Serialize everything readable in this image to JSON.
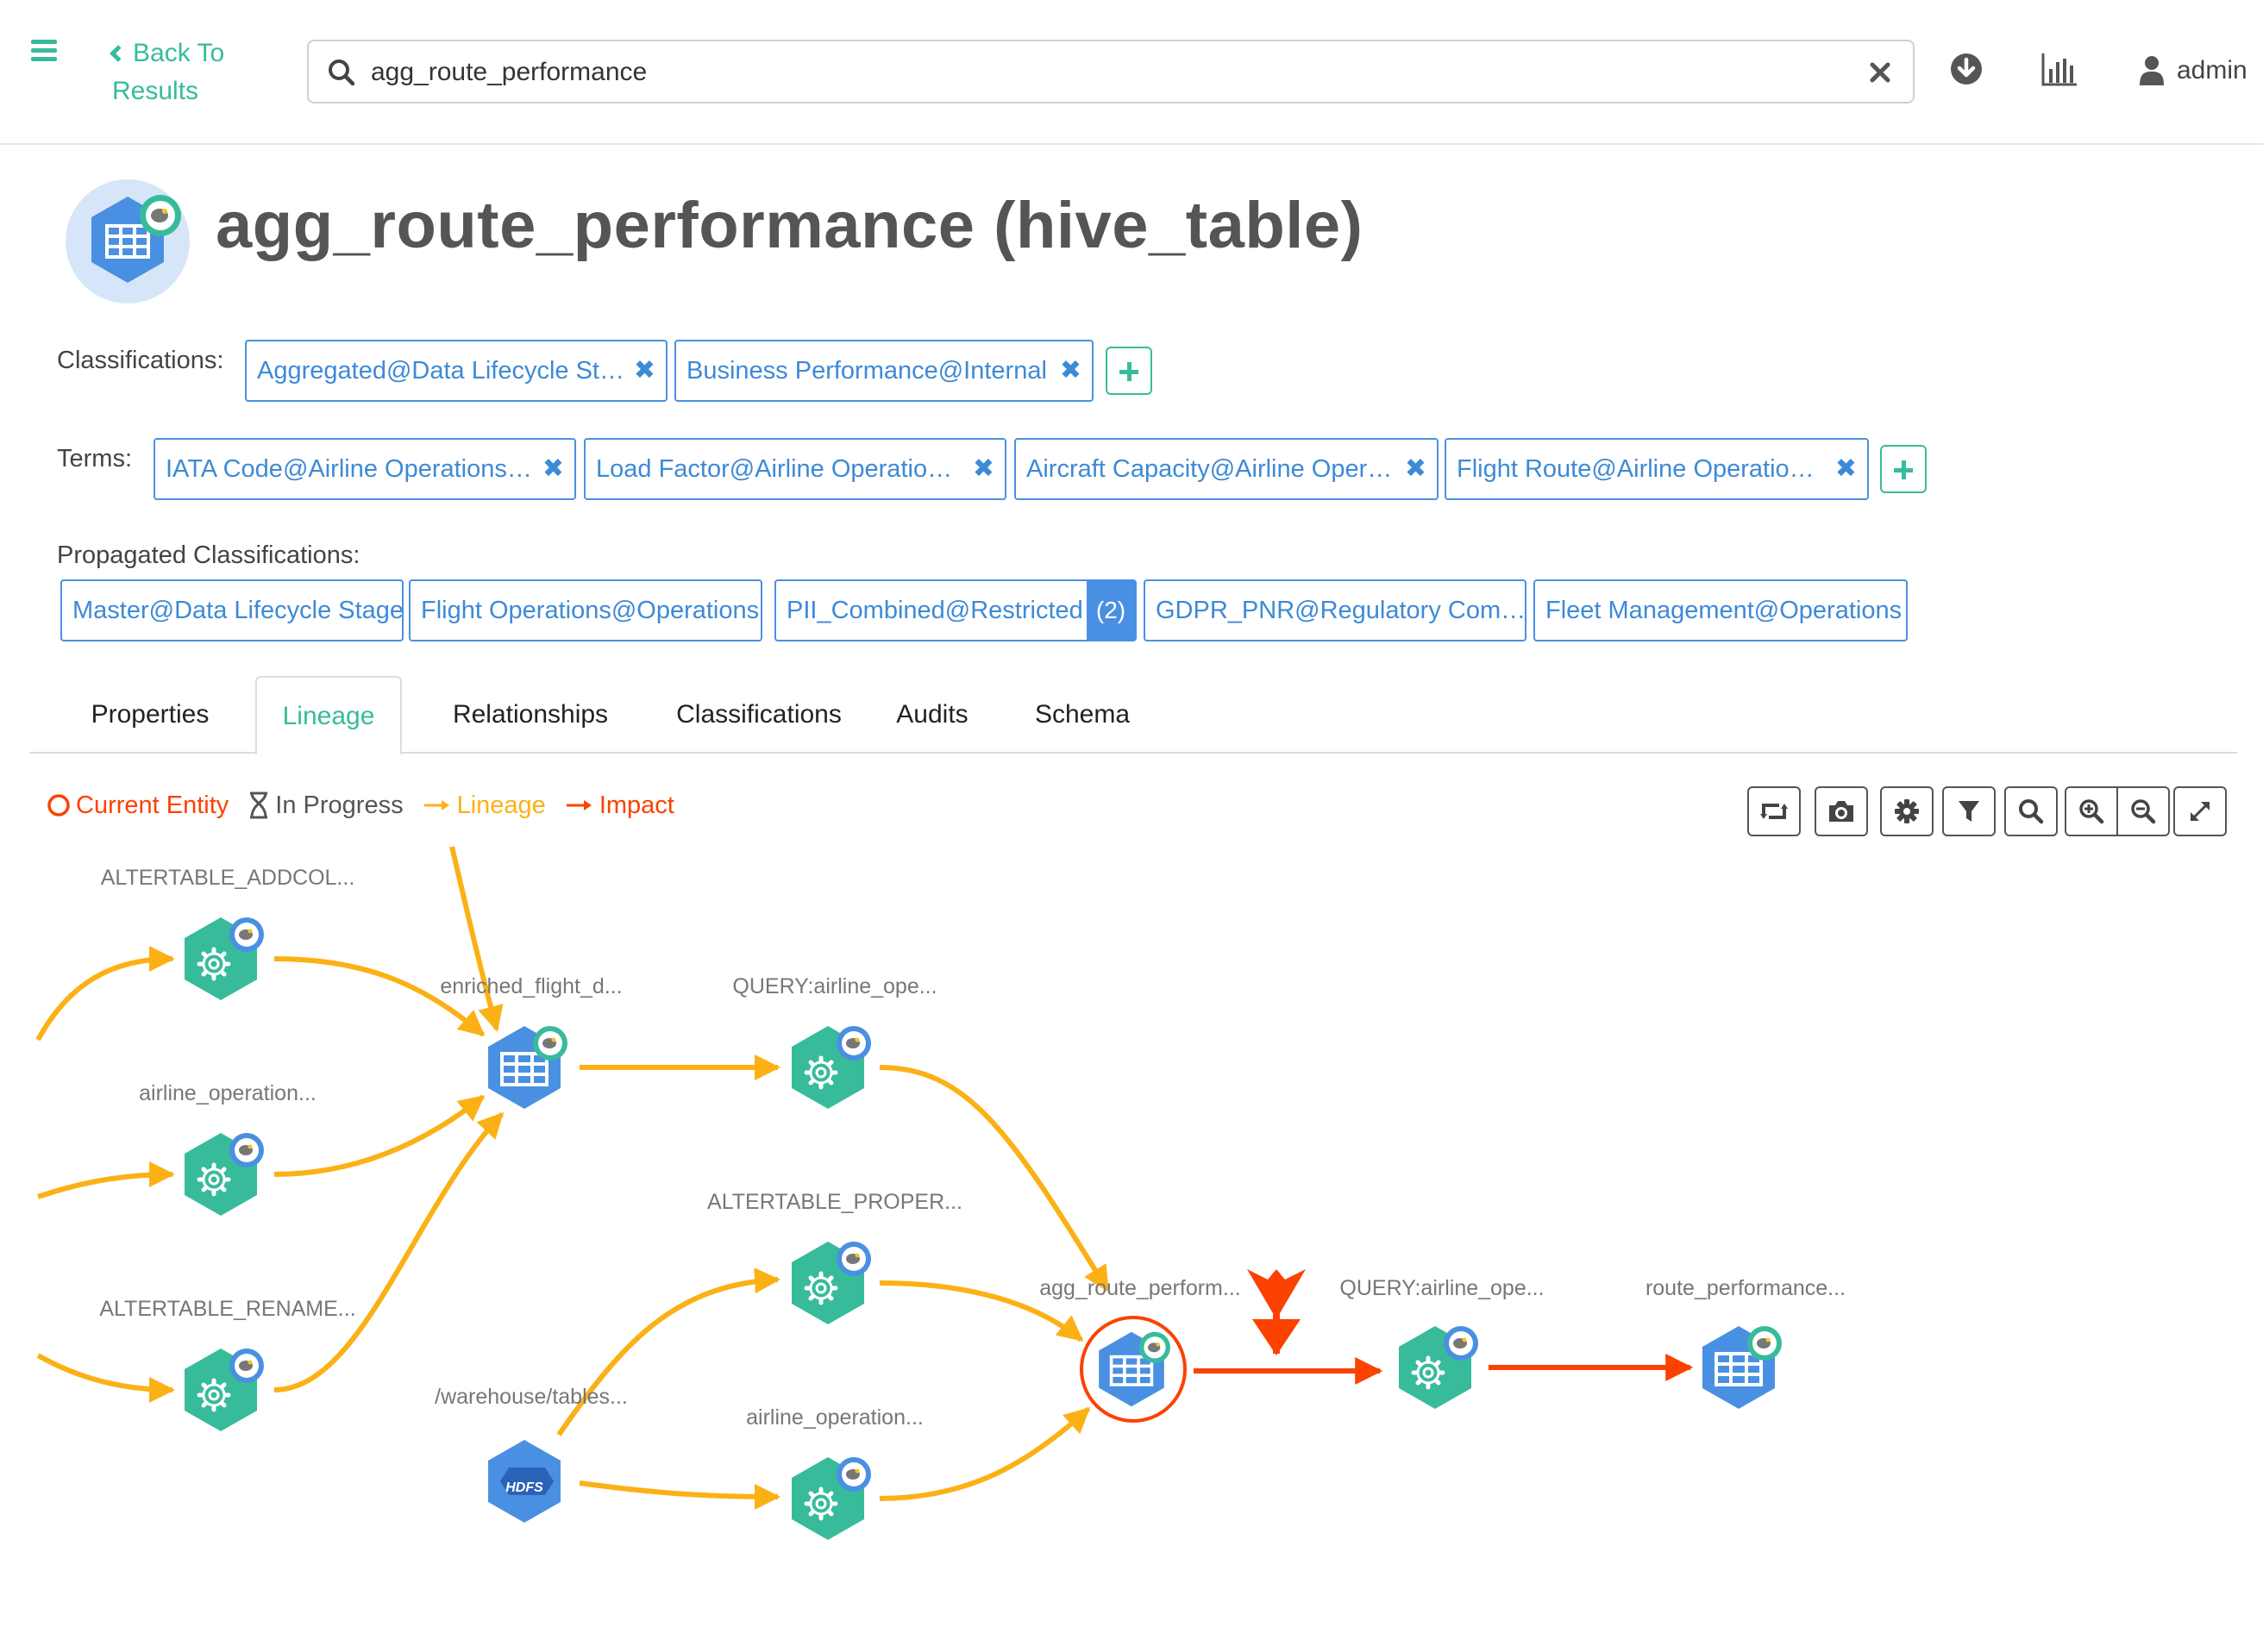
{
  "header": {
    "back_line1": "Back To",
    "back_line2": "Results",
    "search_value": "agg_route_performance",
    "user": "admin"
  },
  "entity": {
    "title": "agg_route_performance (hive_table)"
  },
  "classifications": {
    "label": "Classifications:",
    "items": [
      "Aggregated@Data Lifecycle St…",
      "Business Performance@Internal"
    ]
  },
  "terms": {
    "label": "Terms:",
    "items": [
      "IATA Code@Airline Operations…",
      "Load Factor@Airline Operatio…",
      "Aircraft Capacity@Airline Oper…",
      "Flight Route@Airline Operatio…"
    ]
  },
  "propagated": {
    "label": "Propagated Classifications:",
    "items": [
      "Master@Data Lifecycle Stage",
      "Flight Operations@Operations",
      "PII_Combined@Restricted",
      "GDPR_PNR@Regulatory Com…",
      "Fleet Management@Operations"
    ],
    "count_badge": "(2)"
  },
  "tabs": [
    "Properties",
    "Lineage",
    "Relationships",
    "Classifications",
    "Audits",
    "Schema"
  ],
  "legend": {
    "current": "Current Entity",
    "progress": "In Progress",
    "lineage": "Lineage",
    "impact": "Impact"
  },
  "colors": {
    "accent": "#37bb9b",
    "tag_blue": "#4a90e2",
    "lineage": "#fbb116",
    "impact": "#fb4200",
    "process_node": "#37bb9b",
    "table_node": "#4a90e2"
  },
  "graph": {
    "labels": {
      "n_altertable_addcol": "ALTERTABLE_ADDCOL...",
      "n_airline_operation_1": "airline_operation...",
      "n_altertable_rename": "ALTERTABLE_RENAME...",
      "n_enriched_flight": "enriched_flight_d...",
      "n_query_1": "QUERY:airline_ope...",
      "n_altertable_proper": "ALTERTABLE_PROPER...",
      "n_warehouse": "/warehouse/tables...",
      "n_airline_operation_2": "airline_operation...",
      "n_agg_route": "agg_route_perform...",
      "n_query_2": "QUERY:airline_ope...",
      "n_route_performance": "route_performance..."
    },
    "hdfs_text": "HDFS"
  }
}
